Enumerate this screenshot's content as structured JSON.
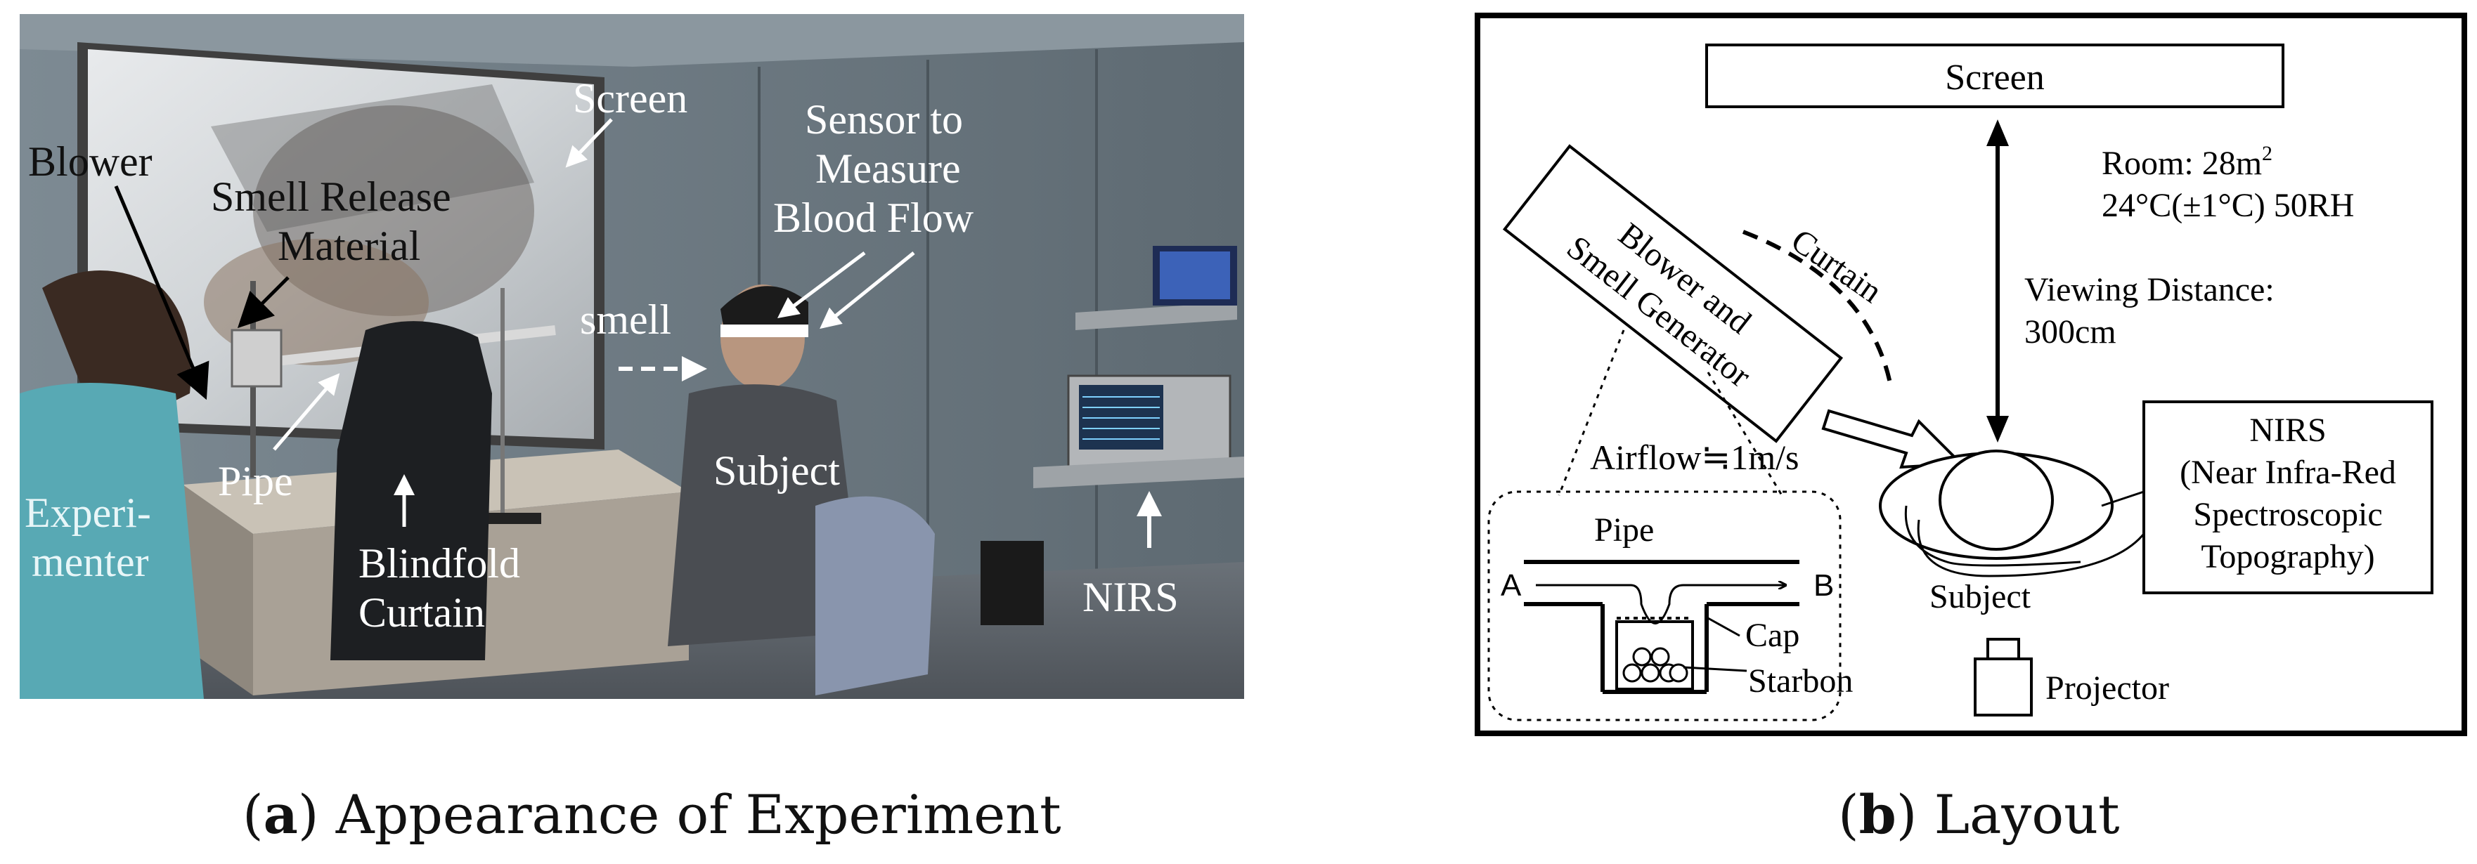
{
  "panel_a": {
    "caption_letter": "a",
    "caption_text": "Appearance of Experiment",
    "labels": {
      "screen": "Screen",
      "blower": "Blower",
      "smell_release_1": "Smell Release",
      "smell_release_2": "Material",
      "sensor_1": "Sensor to",
      "sensor_2": "Measure",
      "sensor_3": "Blood Flow",
      "smell": "smell",
      "pipe": "Pipe",
      "experimenter_1": "Experi-",
      "experimenter_2": "menter",
      "subject": "Subject",
      "blindfold_1": "Blindfold",
      "blindfold_2": "Curtain",
      "nirs": "NIRS"
    }
  },
  "panel_b": {
    "caption_letter": "b",
    "caption_text": "Layout",
    "screen": "Screen",
    "room_1": "Room: 28m",
    "room_sup": "2",
    "room_2": "24°C(±1°C) 50RH",
    "viewing_1": "Viewing Distance:",
    "viewing_2": "300cm",
    "blower_1": "Blower and",
    "blower_2": "Smell Generator",
    "curtain": "Curtain",
    "airflow": "Airflow≒1m/s",
    "pipe": "Pipe",
    "a": "A",
    "b": "B",
    "cap": "Cap",
    "starbon": "Starbon",
    "subject": "Subject",
    "projector": "Projector",
    "nirs_1": "NIRS",
    "nirs_2": "(Near Infra-Red",
    "nirs_3": "Spectroscopic",
    "nirs_4": "Topography)"
  }
}
